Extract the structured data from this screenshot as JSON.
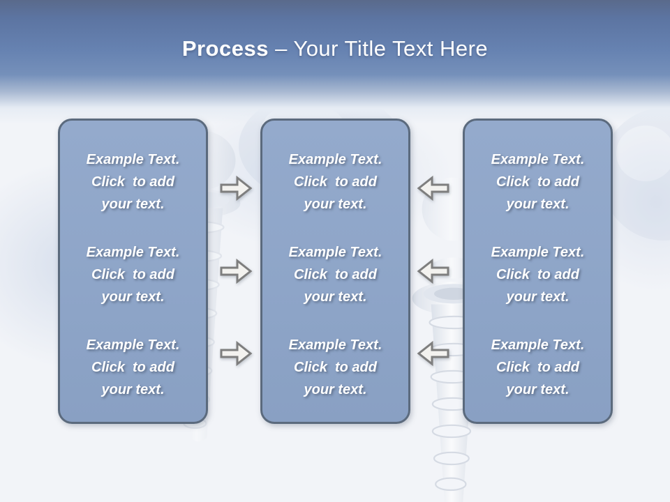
{
  "title": {
    "emphasis": "Process",
    "rest": " – Your Title Text Here",
    "full": "Process – Your Title Text Here"
  },
  "panels": [
    {
      "name": "left",
      "blocks": [
        {
          "lines": [
            "Example Text.",
            "Click  to add",
            "your text."
          ]
        },
        {
          "lines": [
            "Example Text.",
            "Click  to add",
            "your text."
          ]
        },
        {
          "lines": [
            "Example Text.",
            "Click  to add",
            "your text."
          ]
        }
      ]
    },
    {
      "name": "middle",
      "blocks": [
        {
          "lines": [
            "Example Text.",
            "Click  to add",
            "your text."
          ]
        },
        {
          "lines": [
            "Example Text.",
            "Click  to add",
            "your text."
          ]
        },
        {
          "lines": [
            "Example Text.",
            "Click  to add",
            "your text."
          ]
        }
      ]
    },
    {
      "name": "right",
      "blocks": [
        {
          "lines": [
            "Example Text.",
            "Click  to add",
            "your text."
          ]
        },
        {
          "lines": [
            "Example Text.",
            "Click  to add",
            "your text."
          ]
        },
        {
          "lines": [
            "Example Text.",
            "Click  to add",
            "your text."
          ]
        }
      ]
    }
  ],
  "arrows": {
    "left_to_middle": {
      "direction": "right",
      "count": 3,
      "icon": "block-arrow-right-icon"
    },
    "right_to_middle": {
      "direction": "left",
      "count": 3,
      "icon": "block-arrow-left-icon"
    }
  },
  "decor": {
    "background_images": [
      "dental-implant-image-left",
      "dental-implant-image-center",
      "implant-dome-top",
      "implant-dome-right"
    ]
  },
  "colors": {
    "header_top": "#5a6a8b",
    "header_blue": "#6682b1",
    "panel_fill": "#90a6c8",
    "panel_border": "#5b6a7d",
    "panel_text": "#ffffff",
    "title_text": "#ffffff",
    "arrow_fill": "#f3f2ef",
    "arrow_stroke": "#7e7e7e",
    "background": "#f2f4f8"
  }
}
